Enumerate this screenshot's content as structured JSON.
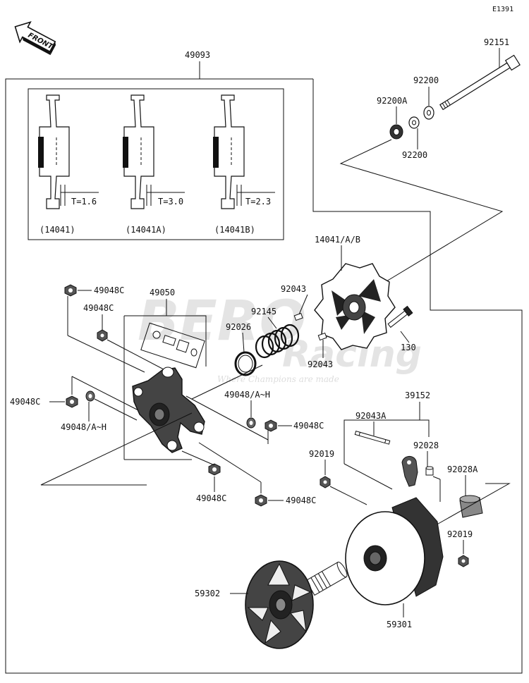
{
  "diagram_code": "E1391",
  "front_label": "FRONT",
  "watermark": {
    "brand": "BERO",
    "subbrand": "Racing",
    "tagline": "Where Champions are made"
  },
  "inset": {
    "variants": [
      {
        "thickness": "T=1.6",
        "part": "(14041)"
      },
      {
        "thickness": "T=3.0",
        "part": "(14041A)"
      },
      {
        "thickness": "T=2.3",
        "part": "(14041B)"
      }
    ]
  },
  "labels": {
    "assembly": "49093",
    "bolt": "92151",
    "washer_top": "92200",
    "washer_a": "92200A",
    "washer_bottom": "92200",
    "cover": "14041/A/B",
    "pin_top": "92043",
    "spring": "92145",
    "ring": "92026",
    "pin_bottom": "92043",
    "screw": "130",
    "spider": "49050",
    "nut_1": "49048C",
    "nut_2": "49048C",
    "nut_3": "49048C",
    "nut_4": "49048C",
    "nut_5": "49048C",
    "nut_6": "49048C",
    "roller_1": "49048/A~H",
    "roller_2": "49048/A~H",
    "weight_set": "39152",
    "shaft_pin": "92043A",
    "bushing": "92028",
    "bushing_a": "92028A",
    "nut_sheave_1": "92019",
    "nut_sheave_2": "92019",
    "fixed_sheave": "59302",
    "movable_sheave": "59301"
  }
}
